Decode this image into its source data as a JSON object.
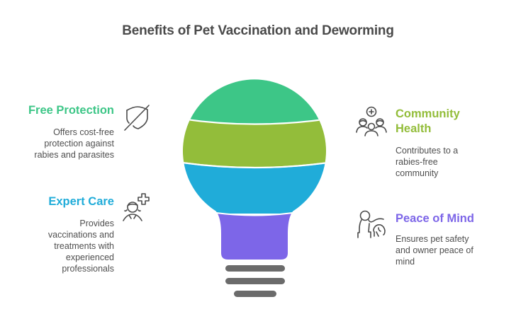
{
  "title": "Benefits of Pet Vaccination and Deworming",
  "colors": {
    "free_protection": "#3dc687",
    "community_health": "#93bd3a",
    "expert_care": "#20acd9",
    "peace_of_mind": "#7d66e8",
    "base": "#6b6b6b",
    "text": "#4f4f4f",
    "icon": "#4a4a4a"
  },
  "items": [
    {
      "heading": "Free Protection",
      "description_lines": [
        "Offers cost-free",
        "protection against",
        "rabies and parasites"
      ],
      "icon": "shield-off-icon",
      "side": "left",
      "bulb_segment": "top"
    },
    {
      "heading": "Expert Care",
      "description_lines": [
        "Provides",
        "vaccinations and",
        "treatments with",
        "experienced",
        "professionals"
      ],
      "icon": "caregiver-plus-icon",
      "side": "left",
      "bulb_segment": "lower-middle"
    },
    {
      "heading_lines": [
        "Community",
        "Health"
      ],
      "description_lines": [
        "Contributes to a",
        "rabies-free",
        "community"
      ],
      "icon": "community-plus-icon",
      "side": "right",
      "bulb_segment": "upper-middle"
    },
    {
      "heading": "Peace of Mind",
      "description_lines": [
        "Ensures pet safety",
        "and owner peace of",
        "mind"
      ],
      "icon": "person-with-dog-icon",
      "side": "right",
      "bulb_segment": "neck"
    }
  ]
}
